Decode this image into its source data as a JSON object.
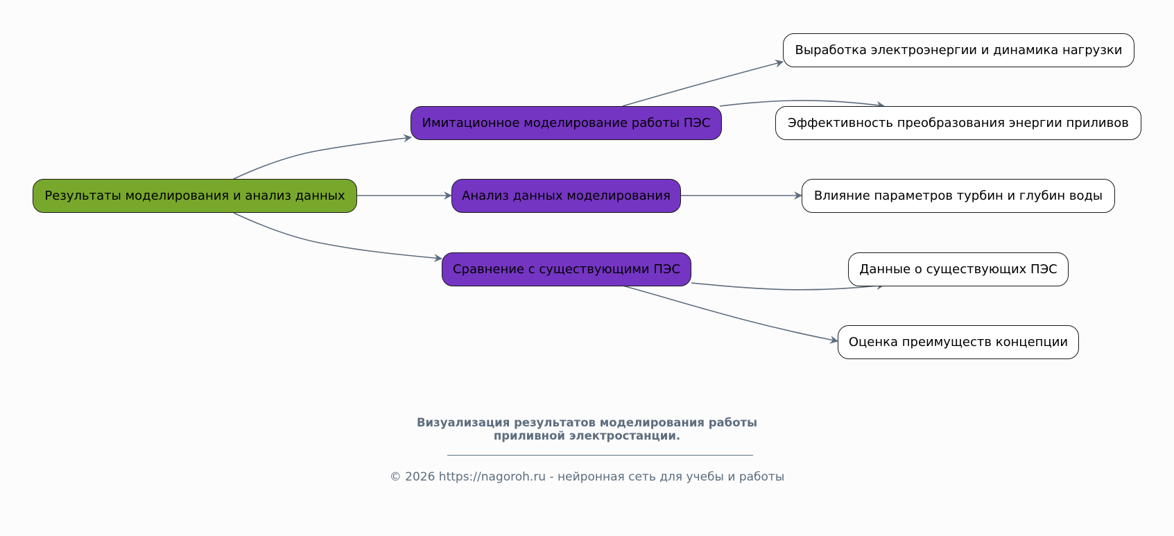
{
  "diagram": {
    "root": {
      "id": "root",
      "label": "Результаты моделирования и анализ данных",
      "fill": "#78a82b"
    },
    "branches": [
      {
        "id": "b1",
        "label": "Имитационное моделирование работы ПЭС",
        "fill": "#7535c3",
        "children": [
          {
            "id": "l1",
            "label": "Выработка электроэнергии и динамика нагрузки"
          },
          {
            "id": "l2",
            "label": "Эффективность преобразования энергии приливов"
          }
        ]
      },
      {
        "id": "b2",
        "label": "Анализ данных моделирования",
        "fill": "#7535c3",
        "children": [
          {
            "id": "l3",
            "label": "Влияние параметров турбин и глубин воды"
          }
        ]
      },
      {
        "id": "b3",
        "label": "Сравнение с существующими ПЭС",
        "fill": "#7535c3",
        "children": [
          {
            "id": "l4",
            "label": "Данные о существующих ПЭС"
          },
          {
            "id": "l5",
            "label": "Оценка преимуществ концепции"
          }
        ]
      }
    ],
    "leaf_fill": "#ffffff",
    "edge_color": "#5d6d7e"
  },
  "footer": {
    "caption_line1": "Визуализация результатов моделирования работы",
    "caption_line2": "приливной электростанции.",
    "copyright": "© 2026 https://nagoroh.ru - нейронная сеть для учебы и работы"
  }
}
